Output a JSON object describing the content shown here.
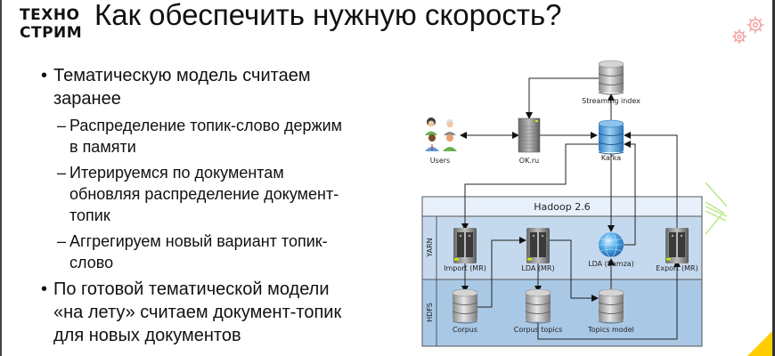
{
  "logo": {
    "line1": "ТЕХНО",
    "line2": "СТРИМ"
  },
  "title": "Как обеспечить нужную скорость?",
  "bullets": [
    {
      "level": 1,
      "text": "Тематическую модель считаем заранее",
      "lines": [
        "Тематическую модель считаем",
        "заранее"
      ]
    },
    {
      "level": 2,
      "dash": "–",
      "lines": [
        "Распределение топик-слово держим",
        "в памяти"
      ]
    },
    {
      "level": 2,
      "dash": "–",
      "lines": [
        "Итерируемся по документам",
        "обновляя распределение документ-",
        "топик"
      ]
    },
    {
      "level": 2,
      "dash": "–",
      "lines": [
        "Аггрегируем новый вариант топик-",
        "слово"
      ]
    },
    {
      "level": 1,
      "lines": [
        "По готовой тематической модели",
        "«на лету» считаем документ-топик",
        "для новых документов"
      ]
    }
  ],
  "diagram": {
    "cluster_title": "Hadoop 2.6",
    "lanes": {
      "yarn": "YARN",
      "hdfs": "HDFS"
    },
    "nodes": {
      "streaming_index": "Streaming index",
      "users": "Users",
      "okru": "OK.ru",
      "kafka": "Kafka",
      "import_mr": "Import (MR)",
      "lda_mr": "LDA (MR)",
      "lda_samza": "LDA (Samza)",
      "export_mr": "Export (MR)",
      "corpus": "Corpus",
      "corpus_topics": "Corpus topics",
      "topics_model": "Topics model"
    },
    "colors": {
      "cluster_header": "#e8f1fb",
      "yarn_lane": "#c5d9ee",
      "hdfs_lane": "#a9c8e6",
      "kafka": "#4a9ad8",
      "accent_yellow": "#ffcc00",
      "accent_green": "#b8e986",
      "gear_pink": "#f4a6a6"
    }
  },
  "decor": {
    "gears_icon": "gears-icon",
    "chevron_icon": "chevron-right-icon",
    "corner": "corner-triangle"
  }
}
